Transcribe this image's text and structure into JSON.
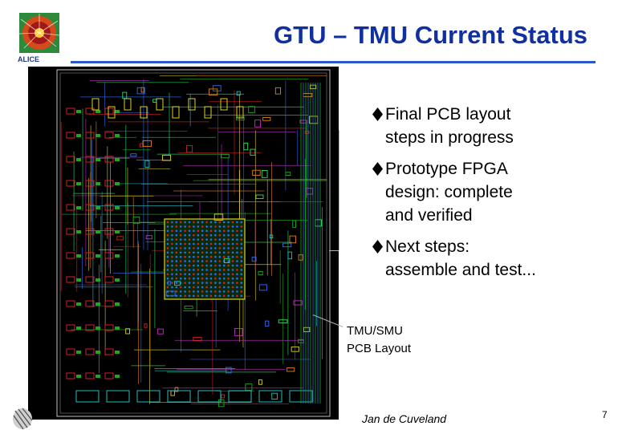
{
  "slide": {
    "title": "GTU – TMU Current Status",
    "bullets": [
      {
        "lines": [
          "Final PCB layout",
          "steps in progress"
        ]
      },
      {
        "lines": [
          "Prototype FPGA",
          "design: complete",
          "and verified"
        ]
      },
      {
        "lines": [
          "Next steps:",
          "assemble and test..."
        ]
      }
    ],
    "caption": {
      "line1": "TMU/SMU",
      "line2": "PCB Layout"
    },
    "author": "Jan de Cuveland",
    "page_number": "7"
  },
  "colors": {
    "title": "#1030a0",
    "rule": "#2a58c8",
    "pcb_background": "#000000"
  },
  "icons": {
    "top_logo": "experiment-logo-icon",
    "bottom_logo": "institute-logo-icon",
    "bullet": "diamond-bullet-icon"
  }
}
